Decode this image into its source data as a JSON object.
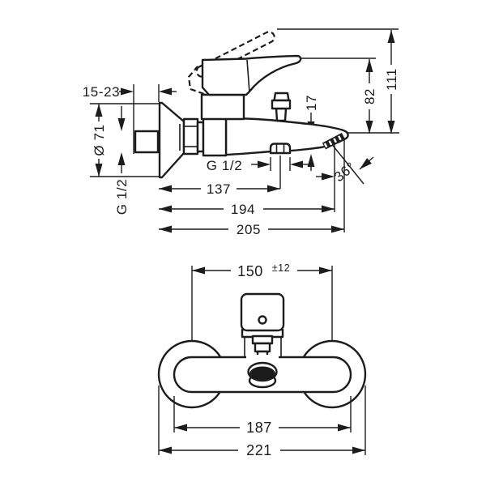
{
  "diagram": {
    "side_view": {
      "dims": {
        "wall_depth_range": "15-23",
        "escutcheon_diameter": "Ø 71",
        "wall_thread": "G 1/2",
        "hose_thread": "G 1/2",
        "spout_outlet_height": "17",
        "spout_to_handle_top": "82",
        "spout_to_handle_raised": "111",
        "spout_outlet_angle": "36°",
        "wall_to_hose_outlet": "137",
        "wall_to_aerator": "194",
        "wall_to_spout_tip": "205"
      }
    },
    "front_view": {
      "dims": {
        "connection_spacing": "150",
        "connection_tolerance": "±12",
        "body_width": "187",
        "overall_width": "221"
      }
    },
    "colors": {
      "line": "#1c1c1c",
      "background": "#ffffff"
    }
  }
}
